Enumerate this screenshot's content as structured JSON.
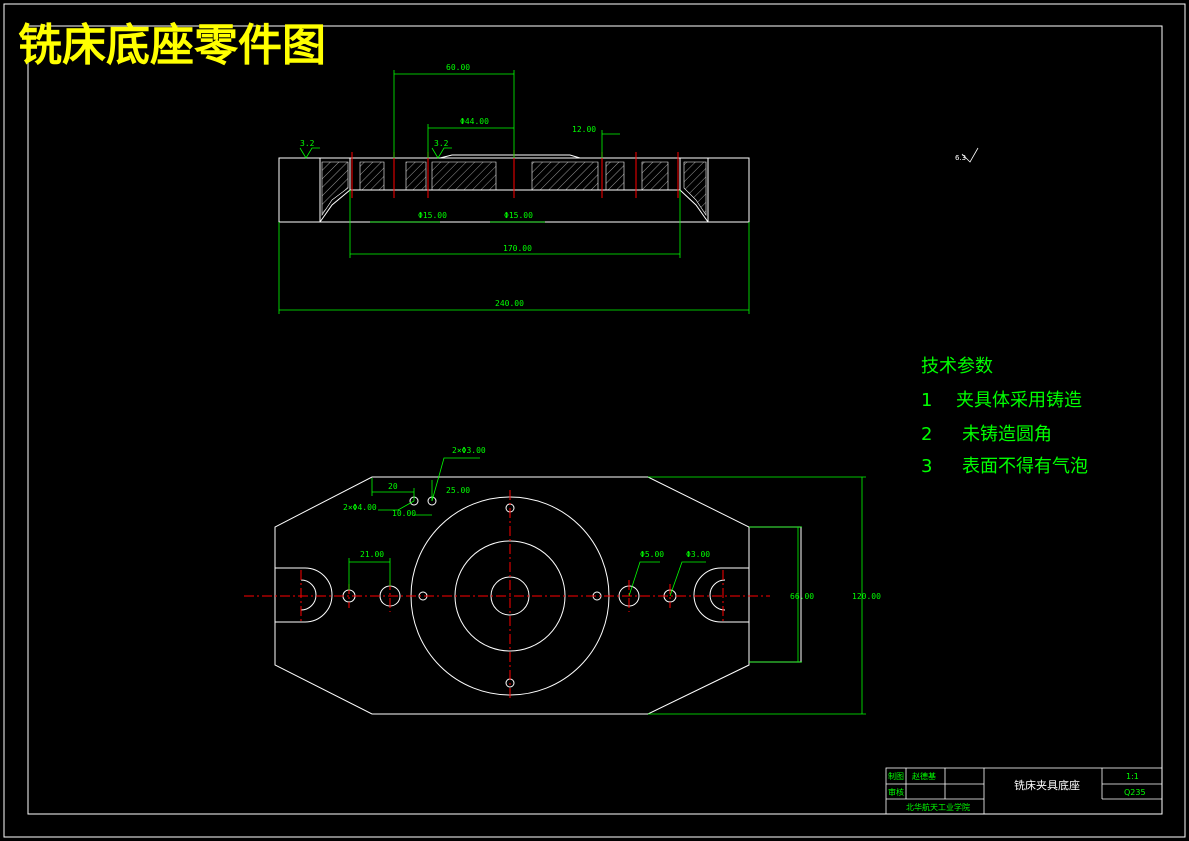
{
  "title": "铣床底座零件图",
  "colors": {
    "outline": "#ffffff",
    "dimension": "#00ff00",
    "centerline": "#ff0000",
    "title": "#ffff00",
    "background": "#000000"
  },
  "front_view": {
    "dims": {
      "d60": "60.00",
      "d44": "Φ44.00",
      "d12": "12.00",
      "d15a": "Φ15.00",
      "d15b": "Φ15.00",
      "d170": "170.00",
      "d240": "240.00",
      "rough1": "3.2",
      "rough2": "3.2"
    }
  },
  "roughness_note": "6.3",
  "tech": {
    "heading": "技术参数",
    "items": [
      {
        "num": "1",
        "text": "夹具体采用铸造"
      },
      {
        "num": "2",
        "text": "未铸造圆角"
      },
      {
        "num": "3",
        "text": "表面不得有气泡"
      }
    ]
  },
  "top_view": {
    "dims": {
      "holes1": "2×Φ3.00",
      "d20": "20",
      "d25": "25.00",
      "holes2": "2×Φ4.00",
      "d10": "10.00",
      "d21": "21.00",
      "d5": "Φ5.00",
      "d3": "Φ3.00",
      "d66": "66.00",
      "d120": "120.00"
    }
  },
  "title_block": {
    "drawn_label": "制图",
    "drawn_name": "赵德基",
    "check_label": "审核",
    "name": "铣床夹具底座",
    "scale": "1:1",
    "material": "Q235",
    "school": "北华航天工业学院"
  }
}
